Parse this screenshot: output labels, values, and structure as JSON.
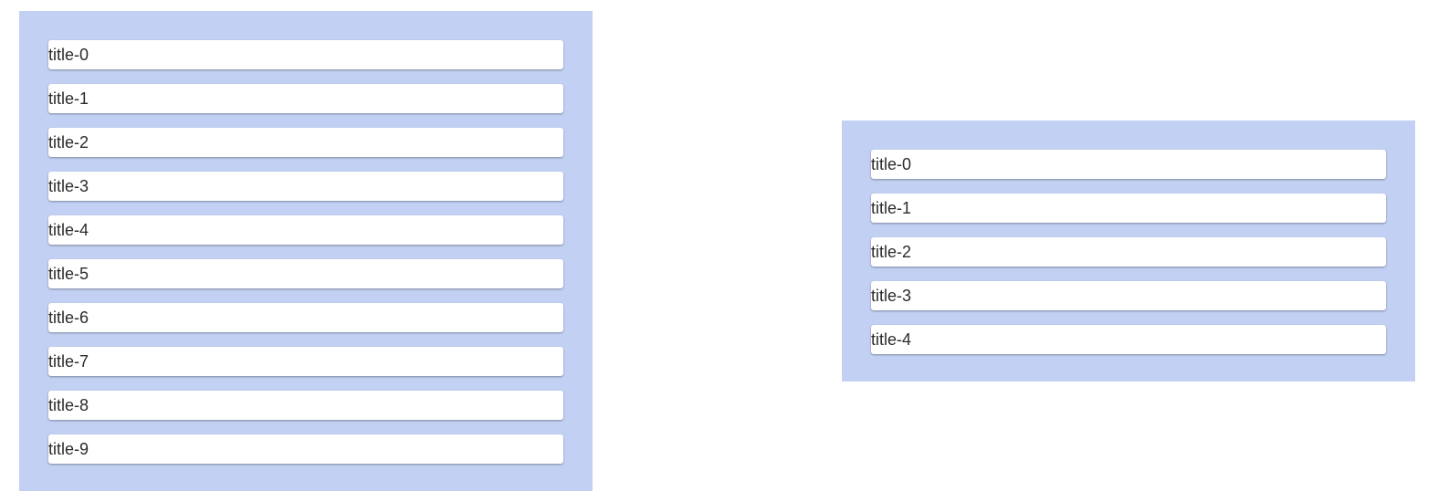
{
  "colors": {
    "panel_background": "#c2d1f3",
    "item_background": "#ffffff",
    "page_background": "#ffffff",
    "text": "#2b2b2b"
  },
  "left_list": {
    "items": [
      {
        "title": "title-0"
      },
      {
        "title": "title-1"
      },
      {
        "title": "title-2"
      },
      {
        "title": "title-3"
      },
      {
        "title": "title-4"
      },
      {
        "title": "title-5"
      },
      {
        "title": "title-6"
      },
      {
        "title": "title-7"
      },
      {
        "title": "title-8"
      },
      {
        "title": "title-9"
      }
    ]
  },
  "right_list": {
    "items": [
      {
        "title": "title-0"
      },
      {
        "title": "title-1"
      },
      {
        "title": "title-2"
      },
      {
        "title": "title-3"
      },
      {
        "title": "title-4"
      }
    ]
  }
}
